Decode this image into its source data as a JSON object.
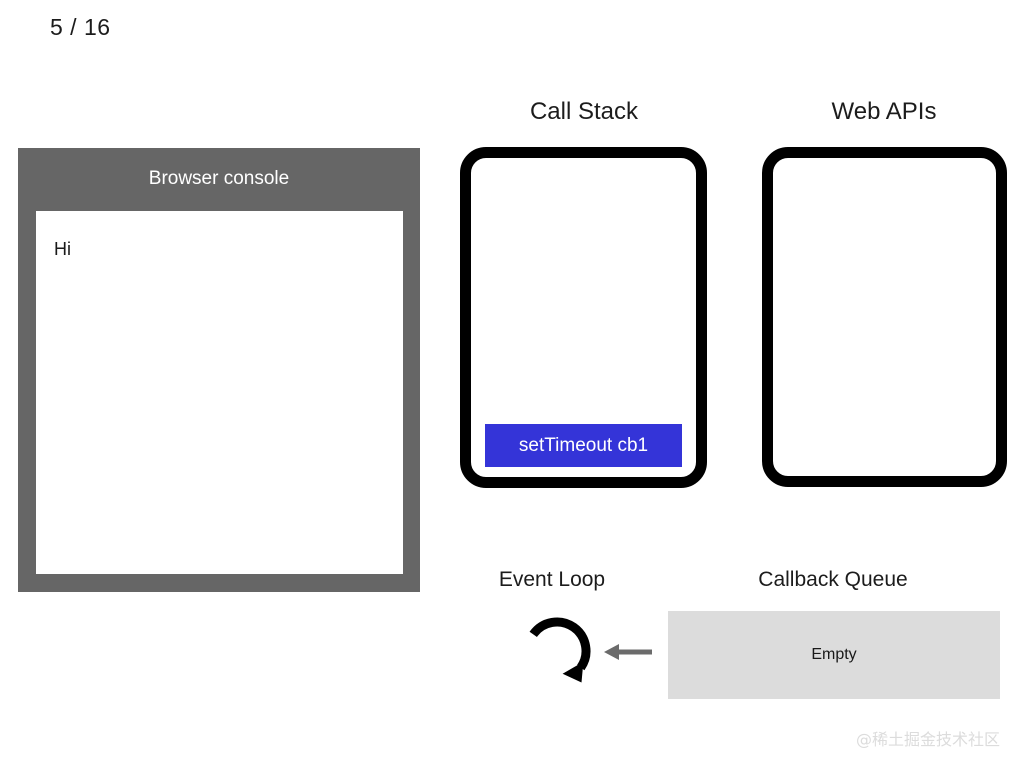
{
  "slide": {
    "counter": "5 / 16",
    "current": 5,
    "total": 16
  },
  "console": {
    "title": "Browser console",
    "lines": [
      "Hi"
    ],
    "header_color": "#666666",
    "body_color": "#ffffff"
  },
  "call_stack": {
    "heading": "Call Stack",
    "frames": [
      {
        "label": "setTimeout cb1",
        "color": "#3434d8"
      }
    ]
  },
  "web_apis": {
    "heading": "Web APIs",
    "items": []
  },
  "event_loop": {
    "heading": "Event Loop",
    "icon": "circular-arrow-icon"
  },
  "queue_arrow": {
    "icon": "arrow-left-icon",
    "color": "#6b6b6b"
  },
  "callback_queue": {
    "heading": "Callback Queue",
    "status": "Empty",
    "box_color": "#dcdcdc"
  },
  "watermark": {
    "text": "@稀土掘金技术社区"
  }
}
